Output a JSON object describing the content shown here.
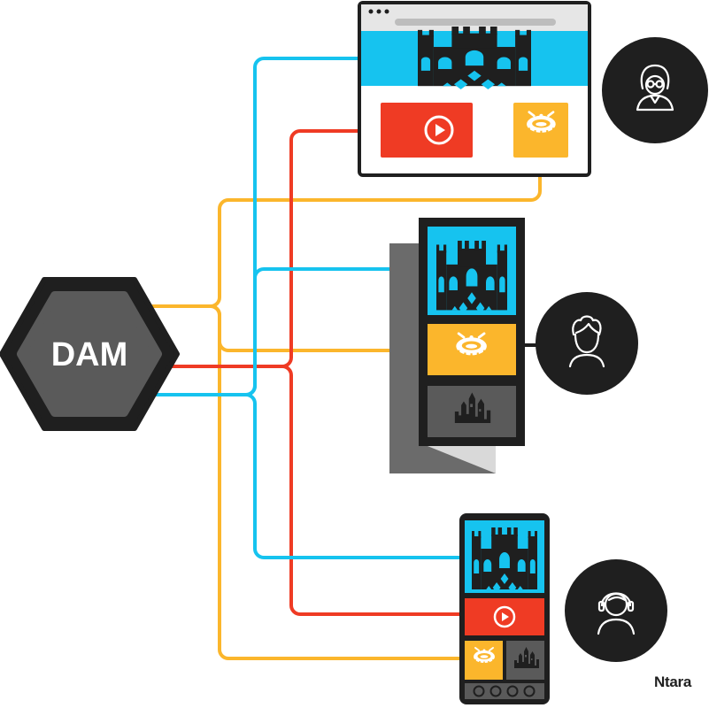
{
  "hub": {
    "label": "DAM"
  },
  "brand": {
    "name": "Ntara"
  },
  "colors": {
    "dark": "#1f1f1f",
    "hexagon_inner": "#5a5a5a",
    "blue": "#16c3ef",
    "red": "#ef3b24",
    "yellow": "#fbb62c",
    "gray_panel": "#5a5a5a",
    "shadow": "#6b6b6b"
  },
  "channels": [
    {
      "name": "website",
      "user_icon": "user-glasses-icon",
      "assets": [
        "castle-image-icon",
        "video-play-icon",
        "stadium-icon"
      ]
    },
    {
      "name": "print",
      "user_icon": "user-curly-hair-icon",
      "assets": [
        "castle-image-icon",
        "stadium-icon",
        "city-skyline-icon"
      ]
    },
    {
      "name": "mobile",
      "user_icon": "user-headset-icon",
      "assets": [
        "castle-image-icon",
        "video-play-icon",
        "stadium-icon",
        "city-skyline-icon"
      ]
    }
  ]
}
